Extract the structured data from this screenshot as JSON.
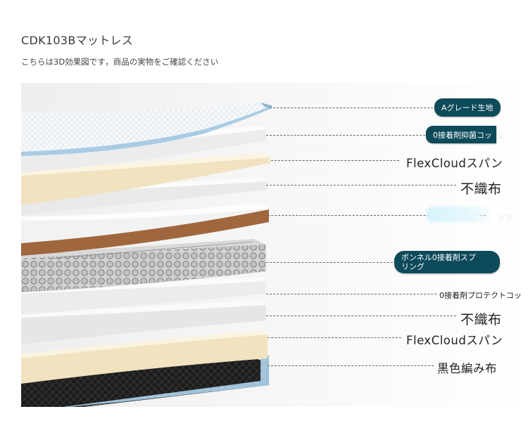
{
  "header": {
    "title": "CDK103Bマットレス",
    "subtitle": "こちらは3D効果図です，商品の実物をご確認ください"
  },
  "labels": {
    "l1": "Aグレード生地",
    "l2": "0接着剤抑菌コッ",
    "l2_faded": "ン",
    "l3": "FlexCloudスパン",
    "l4": "不織布",
    "l5_faded": "ッツ",
    "l6a": "ボンネル0接着剤スプ",
    "l6b": "リング",
    "l7": "0接着剤プロテクトコッ",
    "l8": "不織布",
    "l9": "FlexCloudスパン",
    "l10": "黒色編み布"
  },
  "colors": {
    "pill_bg": "#0d4a5a",
    "quilt_top": "#f7f9fb",
    "quilt_edge": "#a9cce4",
    "foam": "#f1e3c0",
    "coconut": "#a0673e",
    "spring": "#8b8b8b",
    "black_knit": "#1e1e1e"
  }
}
